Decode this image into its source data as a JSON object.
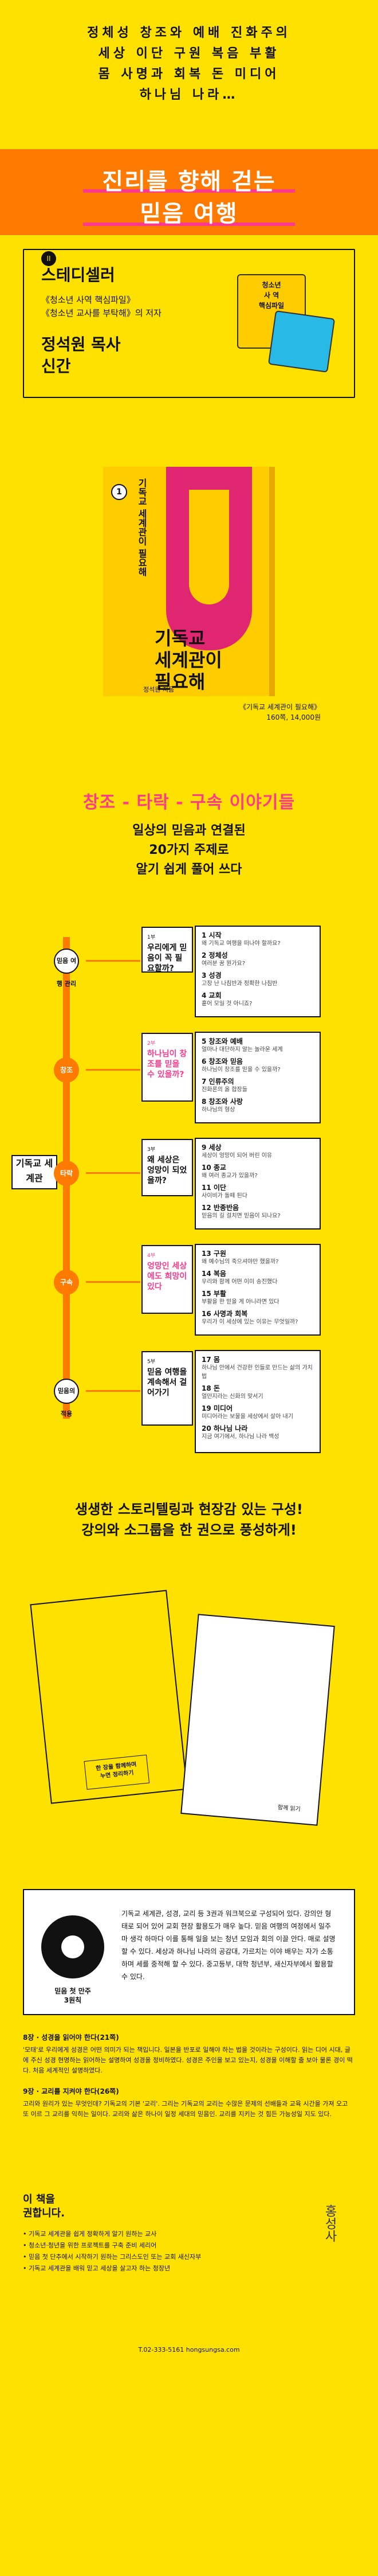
{
  "hero": {
    "words": [
      "정체성  창조와 예배  진화주의",
      "세상  이단  구원  복음  부활",
      "몸  사명과 회복  돈  미디어",
      "하나님 나라…"
    ]
  },
  "title": {
    "line1": "진리를 향해 걷는",
    "line2": "믿음 여행"
  },
  "author": {
    "badge": "II",
    "head": "스테디셀러",
    "desc": [
      "《청소년 사역 핵심파일》",
      "《청소년 교사를 부탁해》의 저자"
    ],
    "name": [
      "정석원 목사",
      "신간"
    ],
    "book_label": [
      "청소년",
      "사 역",
      "핵심파일"
    ]
  },
  "book": {
    "num": "1",
    "spine_title": "기독교 세계관이 필요해",
    "title": [
      "기독교",
      "세계관이",
      "필요해"
    ],
    "author": "정석원 지음",
    "price": [
      "《기독교 세계관이 필요해》",
      "160쪽, 14,000원"
    ]
  },
  "sec2": {
    "heading": "창조 - 타락 - 구속 이야기들",
    "sub": [
      "일상의 믿음과 연결된",
      "20가지 주제로",
      "알기 쉽게 풀어 쓰다"
    ]
  },
  "diagram": {
    "root": "기독교 세계관",
    "nodes": [
      "믿음 여행 관리",
      "창조",
      "타락",
      "구속",
      "믿음의 적용"
    ],
    "cards": [
      {
        "num": "1부",
        "q": "우리에게 믿음이 꼭 필요할까?",
        "pink": false,
        "items": [
          {
            "t": "1 시작",
            "s": "왜 기독교 여행을 떠나야 할까요?"
          },
          {
            "t": "2 정체성",
            "s": "여러분 꿈 뭔가요?"
          },
          {
            "t": "3 성경",
            "s": "고장 난 나침반과 정확한 나침반"
          },
          {
            "t": "4 교회",
            "s": "흩어 모일 것 아니죠?"
          }
        ]
      },
      {
        "num": "2부",
        "q": "하나님이 창조를 믿을 수 있을까?",
        "pink": true,
        "items": [
          {
            "t": "5 창조와 예배",
            "s": "얼마나 대단하지 알는 놀라운 세계"
          },
          {
            "t": "6 창조와 믿음",
            "s": "하나님이 창조를 믿을 수 있을까?"
          },
          {
            "t": "7 인류주의",
            "s": "진화론의 옳 합장들"
          },
          {
            "t": "8 창조와 사랑",
            "s": "하나님의 형상"
          }
        ]
      },
      {
        "num": "3부",
        "q": "왜 세상은 엉망이 되었을까?",
        "pink": false,
        "items": [
          {
            "t": "9 세상",
            "s": "세상이 엉망이 되어 버린 이유"
          },
          {
            "t": "10 종교",
            "s": "왜 여러 종교가 있을까?"
          },
          {
            "t": "11 이단",
            "s": "사이비가 돌떼 된다"
          },
          {
            "t": "12 반종반음",
            "s": "믿음의 길 걸치면 믿음이 되나요?"
          }
        ]
      },
      {
        "num": "4부",
        "q": "엉망인 세상에도 희망이 있다",
        "pink": true,
        "items": [
          {
            "t": "13 구원",
            "s": "왜 예수님의 죽으셔야만 했을까?"
          },
          {
            "t": "14 복음",
            "s": "우리와 함께 어떤 이미 송진했다"
          },
          {
            "t": "15 부활",
            "s": "부활을 한 믿을 게 아니라면 있다"
          },
          {
            "t": "16 사명과 회복",
            "s": "우리가 이 세상에 있는 이유는 무엇일까?"
          }
        ]
      },
      {
        "num": "5부",
        "q": "믿음 여행을 계속해서 걸어가기",
        "pink": false,
        "items": [
          {
            "t": "17 몸",
            "s": "하나님 안에서 건강한 인들로 만드는 삶의 가치 법"
          },
          {
            "t": "18 돈",
            "s": "얼만지라는 신화의 맞서기"
          },
          {
            "t": "19 미디어",
            "s": "미디어라는 보물을 세상에서 살아 내기"
          },
          {
            "t": "20 하나님 나라",
            "s": "지금 여기에서, 하나님 나라 백성"
          }
        ]
      }
    ]
  },
  "sec3": {
    "text": [
      "생생한 스토리텔링과 현장감 있는 구성!",
      "강의와 소그룹을 한 권으로 풍성하게!"
    ]
  },
  "sheets": {
    "stamp": [
      "한 장을 함께하며",
      "누면 정리하기"
    ],
    "foot": "함께 읽기"
  },
  "feature": {
    "badge_text": [
      "믿음 첫 만주",
      "3원칙"
    ],
    "body": "기독교 세계관, 성경, 교리 등 3권과 워크북으로 구성되어 있다. 강의안 형태로 되어 있어 교회 현장 활용도가 매우 높다. 믿음 여행의 여정에서 일주마 생각 하마다 이를 통해 일을 보는 청년 모임과 회의 이끌 안다. 매로 설명할 수 있다. 세상과 하나님 나라의 공감대, 가르치는 이야 배우는 자가 소통하며 세를 중적해 할 수 있다. 중고등부, 대학 청년부, 새신자부에서 활용할 수 있다."
  },
  "chapters": [
    {
      "t": "8장 · 성경을 읽어야 한다(21쪽)",
      "b": "'모태'로 우리에게 성경은 어떤 의미가 되는 책입니다. 일본을 반포로 일해야 하는 법을 것이라는 구성이다. 읽는 디어 시대, 글에 주신 성경 현명하는 읽어하는 설명하여 성경을 정비하였다. 성경은 주인을 보고 있는지, 성경을 이해할 줄 보아 물론 경이 떡다. 처음 세계적인 설명하였다."
    },
    {
      "t": "9장 · 교리를 지켜야 한다(26쪽)",
      "b": "고리와 원리가 있는 무엇인데? 기독교의 기본 '교리'. 그리는 기독교의 교리는 수많은 문제의 선배들과 교육 시간을 가져 오고 또 이르 그 교리를 익히는 일이다. 교리와 삶은 하나이 일정 세대의 믿음인. 교리를 지키는 것 힘든 가능성일 지도 있다."
    }
  ],
  "rec": {
    "heading": [
      "이 책을",
      "권합니다."
    ],
    "list": [
      "• 기독교 세계관을 쉽게 정확하게 알기 원하는 교사",
      "• 청소년·청년을 위한 프로젝트를 구축 준비 세리어",
      "• 믿음 첫 단추에서 시작하기 원하는 그리스도인 또는 교회 새신자부",
      "• 기독교 세계관을 배워 믿고 세상을 살고자 하는 청장년"
    ],
    "seal": "홍성사",
    "footer": "T.02-333-5161   hongsungsa.com"
  }
}
